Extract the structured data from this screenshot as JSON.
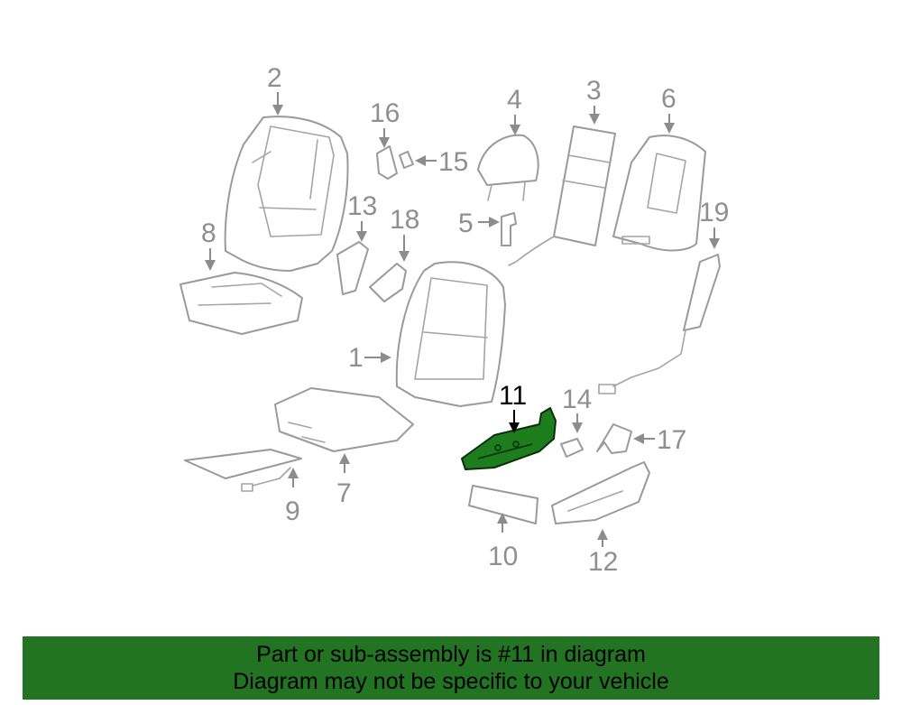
{
  "diagram": {
    "highlighted_part": "11",
    "callouts": [
      "1",
      "2",
      "3",
      "4",
      "5",
      "6",
      "7",
      "8",
      "9",
      "10",
      "11",
      "12",
      "13",
      "14",
      "15",
      "16",
      "17",
      "18",
      "19"
    ]
  },
  "banner": {
    "line1": "Part or sub-assembly is #11 in diagram",
    "line2": "Diagram may not be specific to your vehicle"
  },
  "colors": {
    "highlight_fill": "#1d7d1d",
    "banner_background": "#227322",
    "line_art": "#9a9a9a"
  }
}
